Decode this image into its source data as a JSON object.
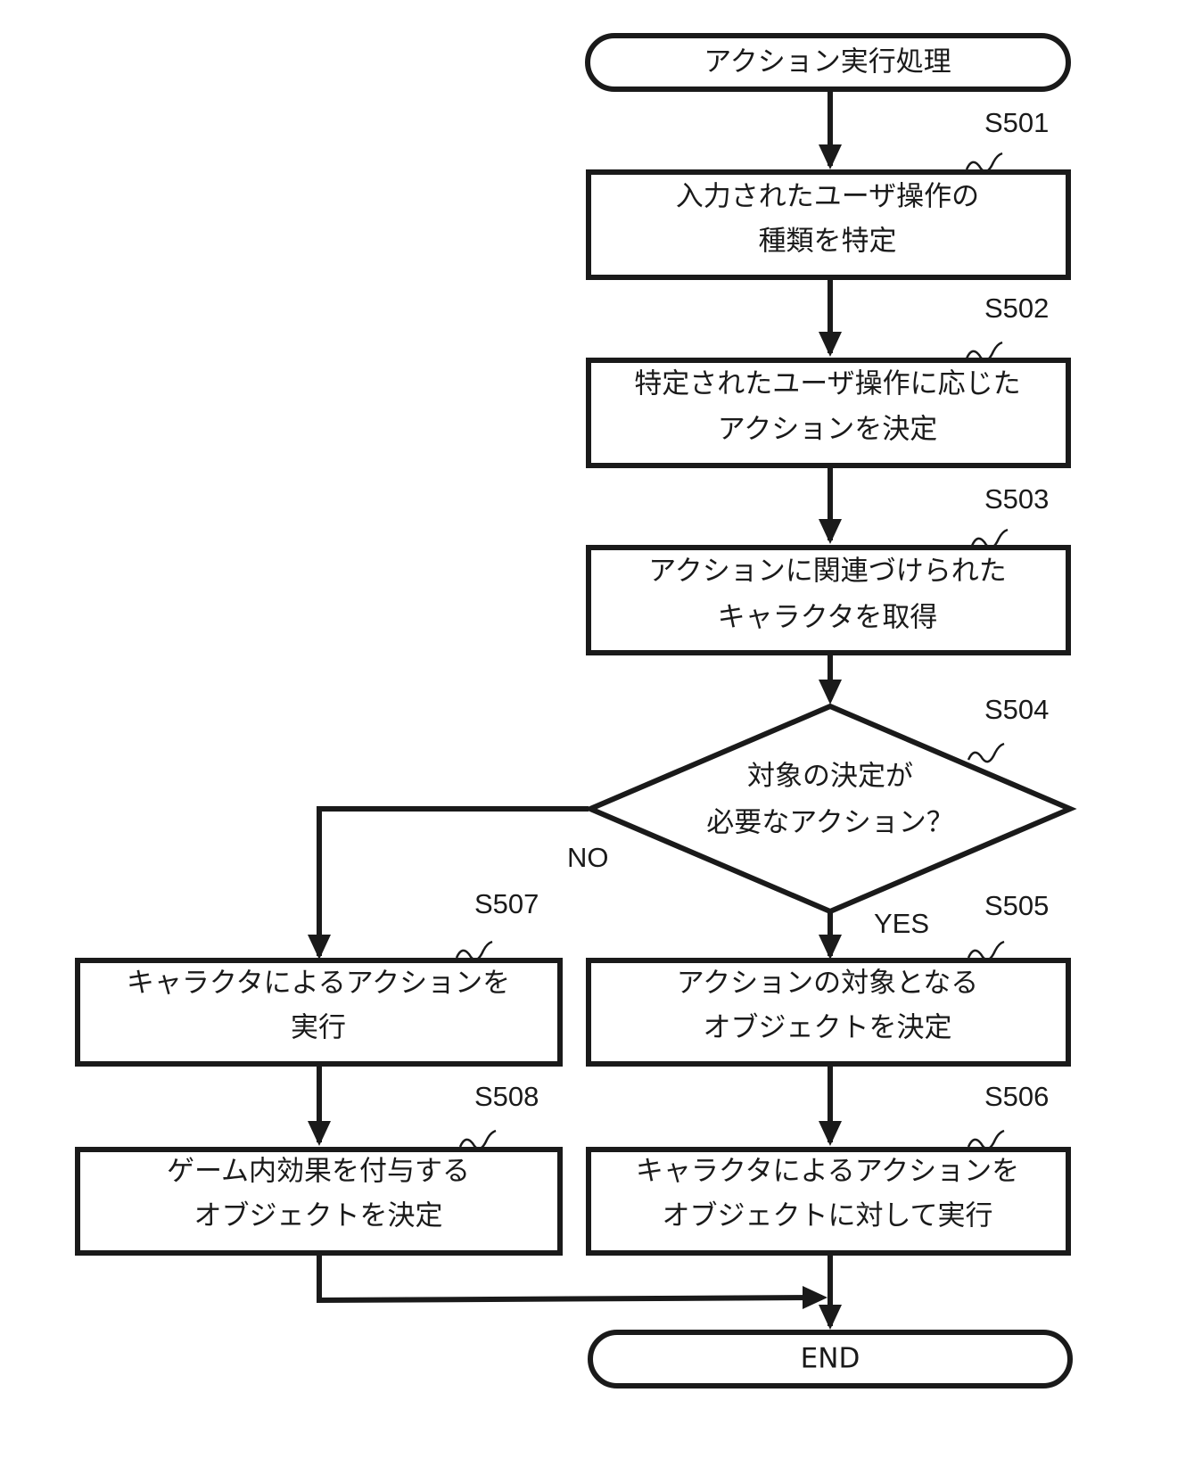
{
  "flowchart": {
    "start": "アクション実行処理",
    "end": "END",
    "steps": {
      "s501": {
        "id": "S501",
        "lines": [
          "入力されたユーザ操作の",
          "種類を特定"
        ]
      },
      "s502": {
        "id": "S502",
        "lines": [
          "特定されたユーザ操作に応じた",
          "アクションを決定"
        ]
      },
      "s503": {
        "id": "S503",
        "lines": [
          "アクションに関連づけられた",
          "キャラクタを取得"
        ]
      },
      "s504": {
        "id": "S504",
        "lines": [
          "対象の決定が",
          "必要なアクション？"
        ]
      },
      "s505": {
        "id": "S505",
        "lines": [
          "アクションの対象となる",
          "オブジェクトを決定"
        ]
      },
      "s506": {
        "id": "S506",
        "lines": [
          "キャラクタによるアクションを",
          "オブジェクトに対して実行"
        ]
      },
      "s507": {
        "id": "S507",
        "lines": [
          "キャラクタによるアクションを",
          "実行"
        ]
      },
      "s508": {
        "id": "S508",
        "lines": [
          "ゲーム内効果を付与する",
          "オブジェクトを決定"
        ]
      }
    },
    "branches": {
      "yes": "YES",
      "no": "NO"
    }
  }
}
